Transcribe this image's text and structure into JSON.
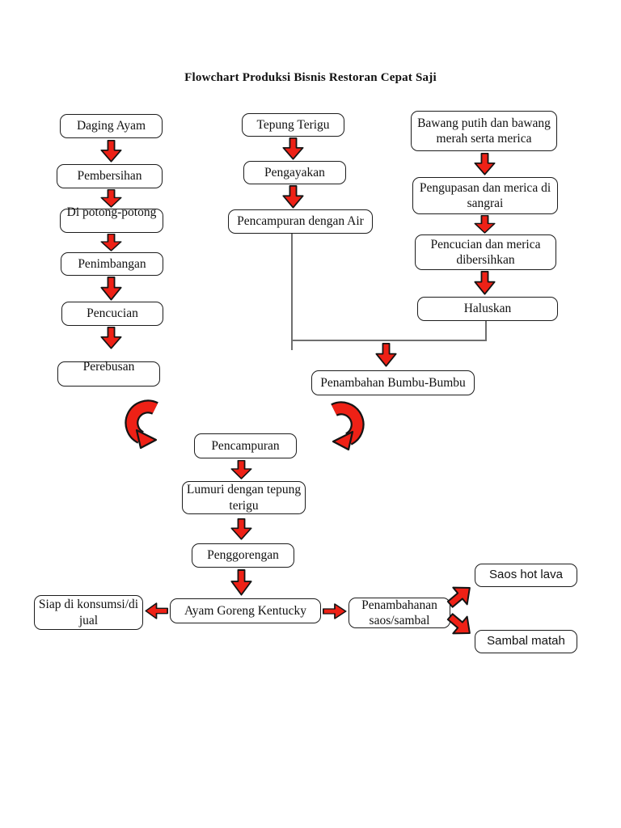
{
  "title": "Flowchart Produksi Bisnis Restoran Cepat Saji",
  "colors": {
    "arrow": "#ee2116",
    "border": "#1c1c1c",
    "connector": "#6f6f6f"
  },
  "nodes": {
    "daging_ayam": "Daging Ayam",
    "pembersihan": "Pembersihan",
    "di_potong": "Di potong-potong",
    "penimbangan": "Penimbangan",
    "pencucian": "Pencucian",
    "perebusan": "Perebusan",
    "tepung_terigu": "Tepung Terigu",
    "pengayakan": "Pengayakan",
    "pencampuran_air": "Pencampuran dengan Air",
    "bawang": "Bawang putih dan bawang merah serta merica",
    "pengupasan": "Pengupasan dan merica di sangrai",
    "pencucian_merica": "Pencucian dan merica dibersihkan",
    "haluskan": "Haluskan",
    "penambahan_bumbu": "Penambahan Bumbu-Bumbu",
    "pencampuran": "Pencampuran",
    "lumuri": "Lumuri dengan tepung terigu",
    "penggorengan": "Penggorengan",
    "ayam_goreng": "Ayam Goreng Kentucky",
    "siap": "Siap di konsumsi/di jual",
    "penambahanan_saos": "Penambahanan saos/sambal",
    "saos_hot_lava": "Saos hot lava",
    "sambal_matah": "Sambal matah"
  }
}
